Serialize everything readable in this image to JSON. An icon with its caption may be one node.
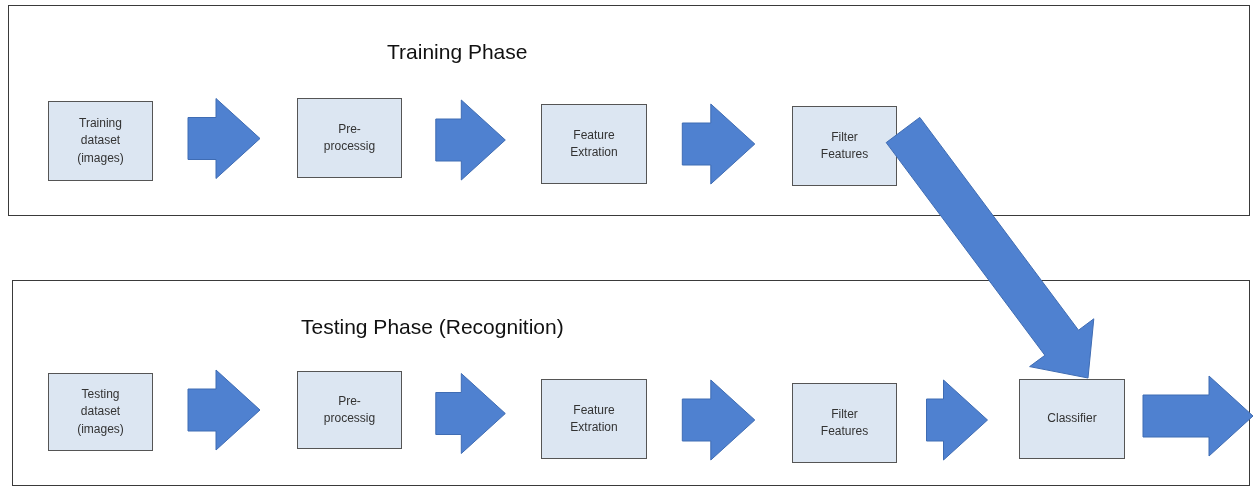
{
  "diagram": {
    "nodes": [
      {
        "text": [
          "Training Phase"
        ]
      },
      {
        "text": [
          "Training dataset (images)"
        ],
        "in": 0
      },
      {
        "text": [
          "Pre- processig"
        ],
        "in": 0
      },
      {
        "text": [
          "Feature Extration"
        ],
        "in": 0
      },
      {
        "text": [
          "Filter Features"
        ],
        "in": 0
      },
      {
        "text": [
          "Testing Phase (Recognition)"
        ]
      },
      {
        "text": [
          "Testing dataset (images)"
        ],
        "in": 5
      },
      {
        "text": [
          "Pre- processig"
        ],
        "in": 5
      },
      {
        "text": [
          "Feature Extration"
        ],
        "in": 5
      },
      {
        "text": [
          "Filter Features"
        ],
        "in": 5
      },
      {
        "text": [
          "Classifier"
        ],
        "in": 5
      }
    ],
    "edges": [
      {
        "from": 1,
        "to": 2,
        "arrow": "to"
      },
      {
        "from": 2,
        "to": 3,
        "arrow": "to"
      },
      {
        "from": 3,
        "to": 4,
        "arrow": "to"
      },
      {
        "from": 4,
        "to": 10,
        "arrow": "to"
      },
      {
        "from": 6,
        "to": 7,
        "arrow": "to"
      },
      {
        "from": 7,
        "to": 8,
        "arrow": "to"
      },
      {
        "from": 8,
        "to": 9,
        "arrow": "to"
      },
      {
        "from": 9,
        "to": 10,
        "arrow": "to"
      },
      {
        "from": 10,
        "to": null,
        "arrow": "to"
      }
    ]
  }
}
